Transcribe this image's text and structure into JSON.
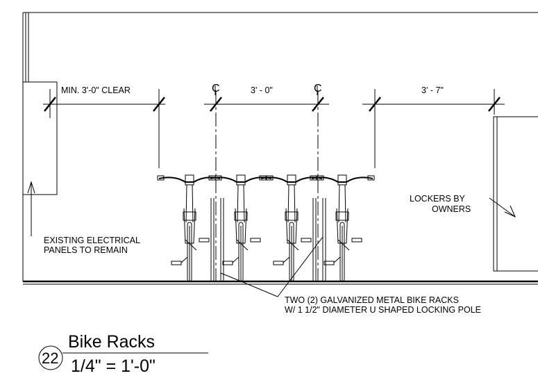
{
  "dimensions": {
    "min_clear": "MIN. 3'-0\" CLEAR",
    "rack_spacing": "3' - 0\"",
    "locker_gap": "3' - 7\""
  },
  "centerline_symbol": "C",
  "notes": {
    "electrical_line1": "EXISTING ELECTRICAL",
    "electrical_line2": "PANELS TO REMAIN",
    "lockers_line1": "LOCKERS BY",
    "lockers_line2": "OWNERS",
    "racks_line1": "TWO (2) GALVANIZED METAL BIKE RACKS",
    "racks_line2": "W/ 1 1/2\" DIAMETER U SHAPED LOCKING POLE"
  },
  "detail": {
    "number": "22",
    "title": "Bike Racks",
    "scale": "1/4\" = 1'-0\""
  },
  "bike_count": 4
}
